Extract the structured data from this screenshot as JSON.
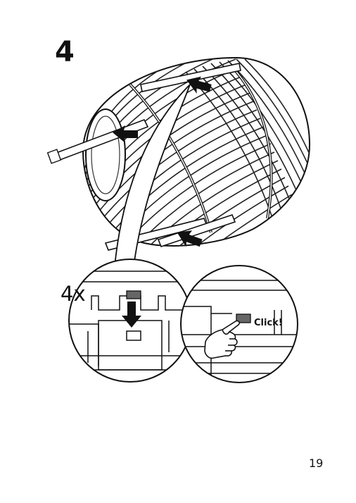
{
  "step": {
    "number": "4"
  },
  "detail_left": {
    "quantity": "4x"
  },
  "detail_right": {
    "sound_label": "Click!"
  },
  "footer": {
    "page_number": "19"
  },
  "icons": [
    "lamp-shade-illustration",
    "insert-arrow-icon",
    "down-arrow-icon",
    "pointing-hand-icon",
    "clip-icon"
  ]
}
